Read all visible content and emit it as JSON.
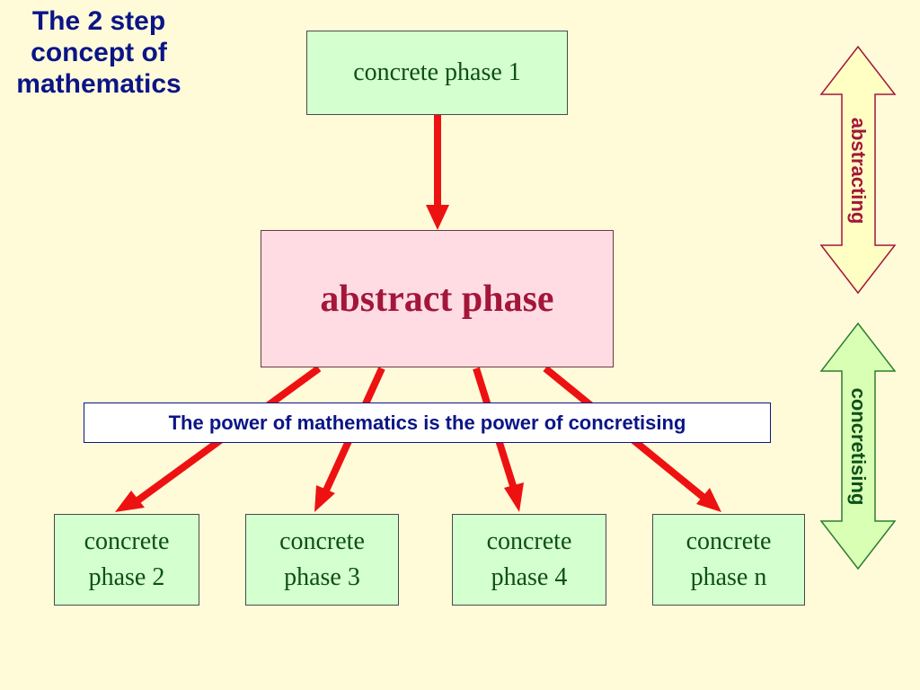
{
  "title": {
    "line1": "The 2 step",
    "line2": "concept of",
    "line3": "mathematics"
  },
  "boxes": {
    "top": "concrete phase 1",
    "abstract": "abstract phase",
    "phase2": {
      "line1": "concrete",
      "line2": "phase 2"
    },
    "phase3": {
      "line1": "concrete",
      "line2": "phase 3"
    },
    "phase4": {
      "line1": "concrete",
      "line2": "phase 4"
    },
    "phasen": {
      "line1": "concrete",
      "line2": "phase n"
    }
  },
  "banner": "The power of mathematics is the power of concretising",
  "side_arrows": {
    "abstracting": "abstracting",
    "concretising": "concretising"
  },
  "colors": {
    "background": "#fffbd9",
    "arrow_red": "#ee1111",
    "title_blue": "#0b1587",
    "concrete_fill": "#d4ffce",
    "abstract_fill": "#ffdce4",
    "abstracting_arrow_fill": "#ffffc4",
    "concretising_arrow_fill": "#d8ffb4"
  }
}
